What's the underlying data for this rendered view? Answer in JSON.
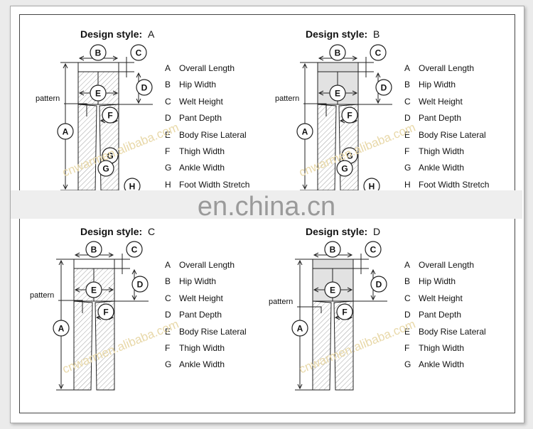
{
  "watermark_text": "cnwarmen.alibaba.com",
  "overlay_text": "en.china.cn",
  "pattern_label": "pattern",
  "panels": [
    {
      "title": "Design style:",
      "letter": "A",
      "legend": [
        {
          "key": "A",
          "label": "Overall Length"
        },
        {
          "key": "B",
          "label": "Hip Width"
        },
        {
          "key": "C",
          "label": "Welt Height"
        },
        {
          "key": "D",
          "label": "Pant Depth"
        },
        {
          "key": "E",
          "label": "Body Rise Lateral"
        },
        {
          "key": "F",
          "label": "Thigh Width"
        },
        {
          "key": "G",
          "label": "Ankle Width"
        },
        {
          "key": "H",
          "label": "Foot Width Stretch"
        }
      ]
    },
    {
      "title": "Design style:",
      "letter": "B",
      "legend": [
        {
          "key": "A",
          "label": "Overall Length"
        },
        {
          "key": "B",
          "label": "Hip Width"
        },
        {
          "key": "C",
          "label": "Welt Height"
        },
        {
          "key": "D",
          "label": "Pant Depth"
        },
        {
          "key": "E",
          "label": "Body Rise Lateral"
        },
        {
          "key": "F",
          "label": "Thigh Width"
        },
        {
          "key": "G",
          "label": "Ankle Width"
        },
        {
          "key": "H",
          "label": "Foot Width Stretch"
        }
      ]
    },
    {
      "title": "Design style:",
      "letter": "C",
      "legend": [
        {
          "key": "A",
          "label": "Overall Length"
        },
        {
          "key": "B",
          "label": "Hip Width"
        },
        {
          "key": "C",
          "label": "Welt Height"
        },
        {
          "key": "D",
          "label": "Pant Depth"
        },
        {
          "key": "E",
          "label": "Body Rise Lateral"
        },
        {
          "key": "F",
          "label": "Thigh Width"
        },
        {
          "key": "G",
          "label": "Ankle Width"
        }
      ]
    },
    {
      "title": "Design style:",
      "letter": "D",
      "legend": [
        {
          "key": "A",
          "label": "Overall Length"
        },
        {
          "key": "B",
          "label": "Hip Width"
        },
        {
          "key": "C",
          "label": "Welt Height"
        },
        {
          "key": "D",
          "label": "Pant Depth"
        },
        {
          "key": "E",
          "label": "Body Rise Lateral"
        },
        {
          "key": "F",
          "label": "Thigh Width"
        },
        {
          "key": "G",
          "label": "Ankle Width"
        }
      ]
    }
  ]
}
